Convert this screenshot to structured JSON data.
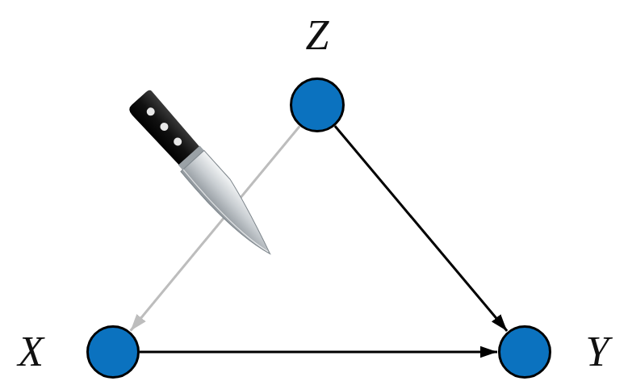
{
  "diagram": {
    "nodes": [
      {
        "text": [
          "Z"
        ]
      },
      {
        "text": [
          "X"
        ]
      },
      {
        "text": [
          "Y"
        ]
      }
    ],
    "edges": [
      {
        "from": 0,
        "to": 1,
        "arrow": "to"
      },
      {
        "from": 0,
        "to": 2,
        "arrow": "to"
      },
      {
        "from": 1,
        "to": 2,
        "arrow": "to"
      }
    ]
  }
}
